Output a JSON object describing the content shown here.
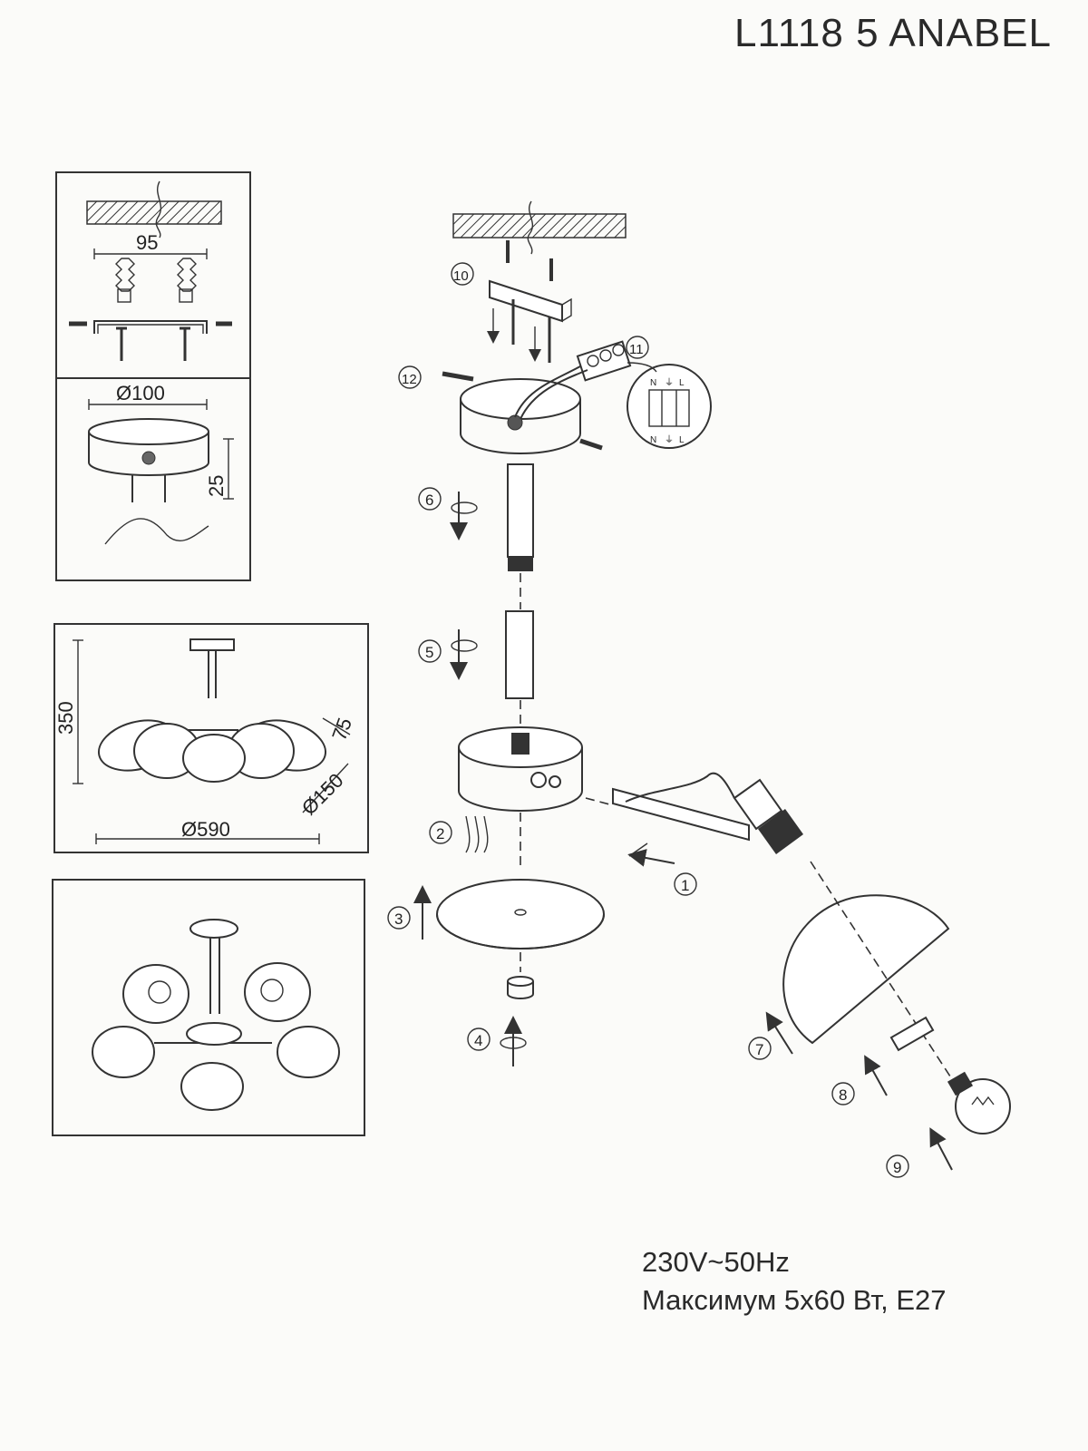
{
  "header": {
    "model_title": "L1118 5 ANABEL"
  },
  "mounting_panel": {
    "hole_spacing": "95",
    "canopy_diameter": "Ø100",
    "canopy_height": "25"
  },
  "dimensions_panel": {
    "height": "350",
    "shade_depth": "75",
    "shade_diameter": "Ø150",
    "overall_diameter": "Ø590"
  },
  "steps": [
    "1",
    "2",
    "3",
    "4",
    "5",
    "6",
    "7",
    "8",
    "9",
    "10",
    "11",
    "12"
  ],
  "terminal_labels": {
    "neutral": "N",
    "earth": "⏚",
    "live": "L"
  },
  "specs": {
    "voltage": "230V~50Hz",
    "max_power": "Максимум 5x60 Вт, E27"
  }
}
